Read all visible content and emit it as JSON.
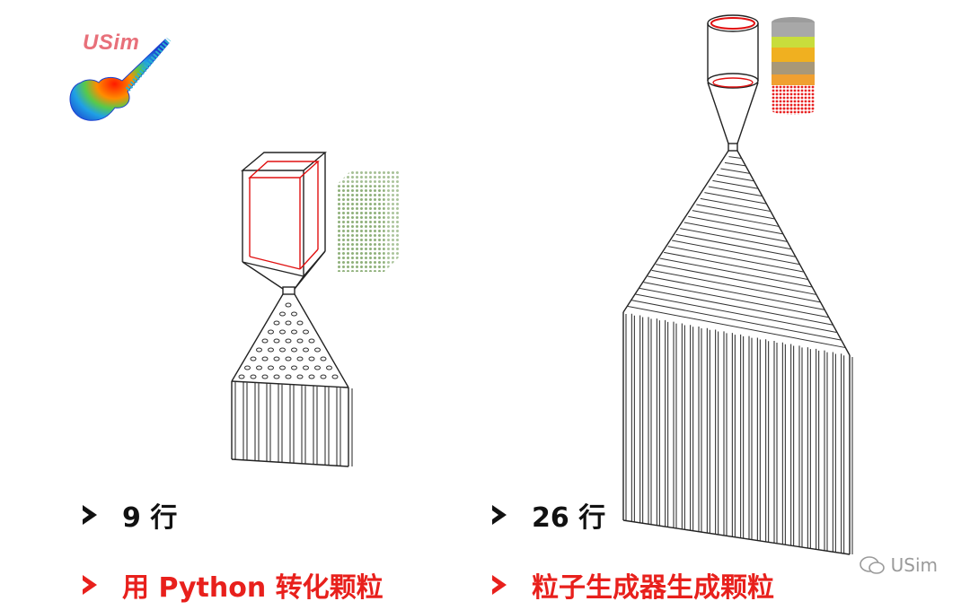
{
  "logo": {
    "text": "USim"
  },
  "left_caption": {
    "rows": "9 行",
    "method": "用 Python 转化颗粒"
  },
  "right_caption": {
    "rows": "26 行",
    "method": "粒子生成器生成颗粒"
  },
  "watermark": {
    "text": "USim"
  },
  "colors": {
    "red": "#e8201c",
    "black": "#111111",
    "logo_red": "#e8707a"
  }
}
